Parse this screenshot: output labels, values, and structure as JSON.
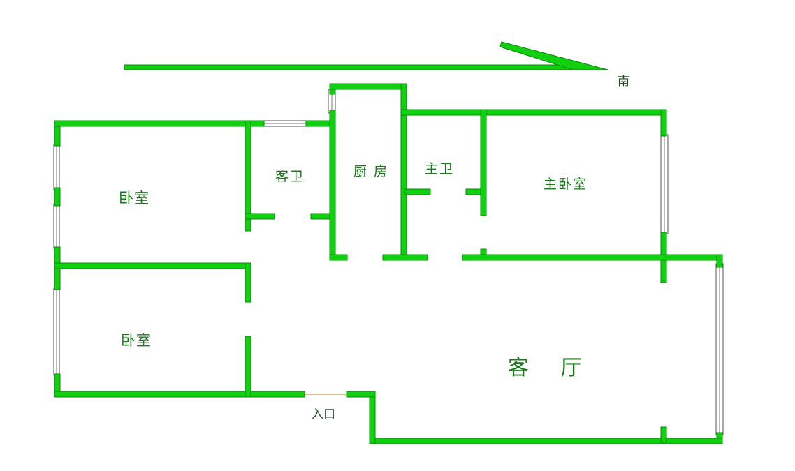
{
  "compass": {
    "direction_label": "南"
  },
  "rooms": {
    "bedroom_upper": "卧室",
    "bedroom_lower": "卧室",
    "guest_bathroom": "客卫",
    "kitchen": "厨 房",
    "master_bathroom": "主卫",
    "master_bedroom": "主卧室",
    "living_room": "客 厅"
  },
  "entrance_label": "入口",
  "colors": {
    "wall": "#10d010",
    "wall_edge": "#0a8a0a",
    "label": "#1a7a1a",
    "background": "#ffffff"
  }
}
